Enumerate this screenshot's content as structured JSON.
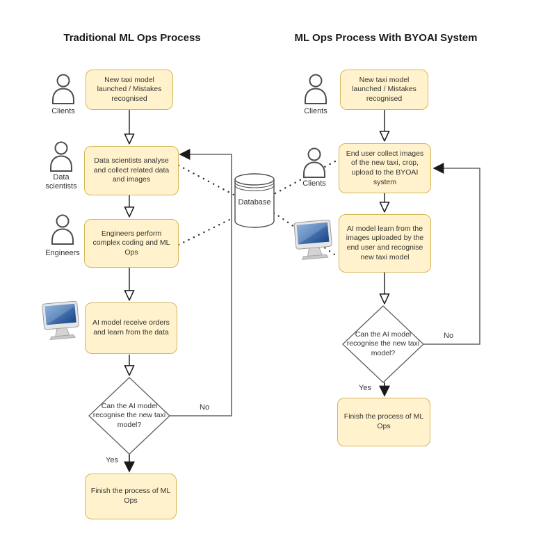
{
  "header": {
    "left_title": "Traditional ML Ops Process",
    "right_title": "ML Ops Process With BYOAI System"
  },
  "left": {
    "actor_clients": "Clients",
    "actor_data_scientists": "Data scientists",
    "actor_engineers": "Engineers",
    "box_start": "New taxi model launched / Mistakes recognised",
    "box_analyse": "Data scientists analyse and collect related data and images",
    "box_engineering": "Engineers perform complex coding and ML Ops",
    "box_ai": "AI model receive orders and learn from the data",
    "decision": "Can the AI model recognise the new taxi model?",
    "label_no": "No",
    "label_yes": "Yes",
    "box_finish": "Finish the process of ML Ops"
  },
  "right": {
    "actor_clients_top": "Clients",
    "actor_clients_mid": "Clients",
    "box_start": "New taxi model launched / Mistakes recognised",
    "box_collect": "End user collect images of the new taxi, crop, upload to the BYOAI system",
    "box_ai": "AI model learn from the images uploaded by the end user and recognise new taxi model",
    "decision": "Can the AI model recognise the new taxi model?",
    "label_no": "No",
    "label_yes": "Yes",
    "box_finish": "Finish the process of ML Ops"
  },
  "database": {
    "label": "Database"
  },
  "icons": {
    "person": "person-icon",
    "computer": "computer-icon",
    "database": "database-cylinder-icon"
  },
  "colors": {
    "node_fill": "#FFF2CC",
    "node_border": "#D6B656",
    "flow_line": "#1a1a1a",
    "loop_line": "#666666",
    "dotted_line": "#333333",
    "background": "#FFFFFF"
  }
}
